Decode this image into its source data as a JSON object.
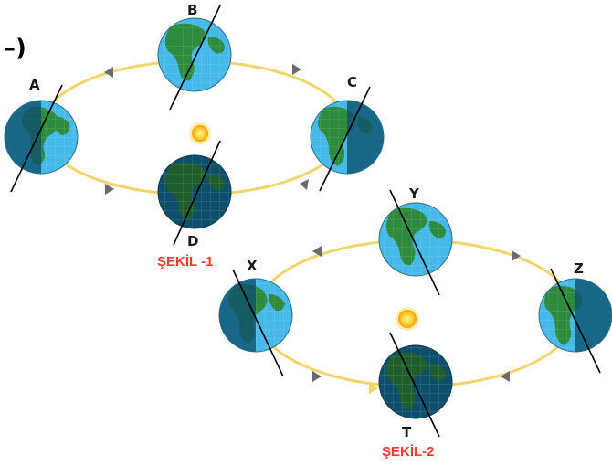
{
  "question_marker": "–)",
  "figures": [
    {
      "caption": "ŞEKİL -1",
      "positions": [
        {
          "label": "A"
        },
        {
          "label": "B"
        },
        {
          "label": "C"
        },
        {
          "label": "D"
        }
      ]
    },
    {
      "caption": "ŞEKİL-2",
      "positions": [
        {
          "label": "X"
        },
        {
          "label": "Y"
        },
        {
          "label": "Z"
        },
        {
          "label": "T"
        }
      ]
    }
  ],
  "colors": {
    "orbit": "#f2d66a",
    "arrow": "#6b6b6b",
    "ocean_lit": "#46b9e8",
    "ocean_dark": "#0d4f6b",
    "land": "#2e8b3d",
    "sun": "#ffb300",
    "axis": "#000000",
    "caption": "#ff3b30"
  }
}
